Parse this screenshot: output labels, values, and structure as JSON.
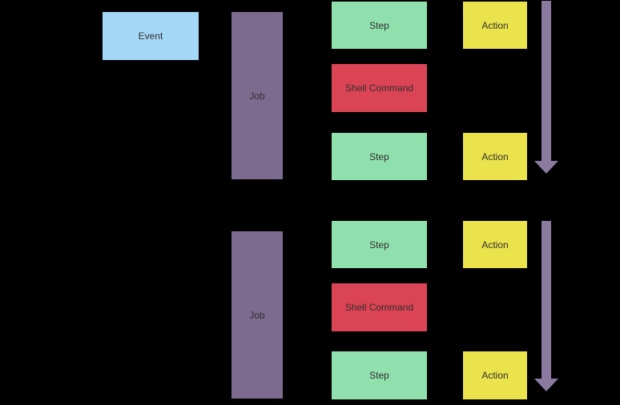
{
  "diagram": {
    "event": "Event",
    "groups": [
      {
        "job": "Job",
        "steps": [
          "Step",
          "Shell Command",
          "Step"
        ],
        "actions": [
          "Action",
          "Action"
        ]
      },
      {
        "job": "Job",
        "steps": [
          "Step",
          "Shell Command",
          "Step"
        ],
        "actions": [
          "Action",
          "Action"
        ]
      }
    ]
  },
  "colors": {
    "background": "#000000",
    "event": "#A5D8F7",
    "job": "#7C6B8F",
    "step": "#90E0AD",
    "shell_command": "#DB4455",
    "action": "#EBE34B",
    "arrow": "#8A7AA0",
    "label_text": "#2F2F2F"
  }
}
